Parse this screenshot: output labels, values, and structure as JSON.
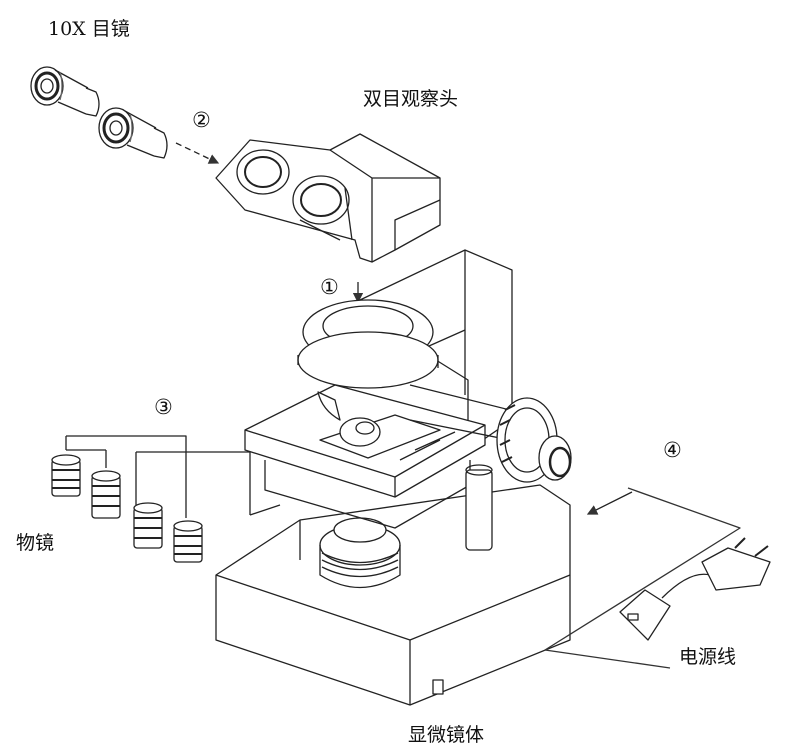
{
  "labels": {
    "eyepiece": "10X 目镜",
    "binocular_head": "双目观察头",
    "objectives": "物镜",
    "power_cord": "电源线",
    "microscope_body": "显微镜体"
  },
  "steps": {
    "step1": "①",
    "step2": "②",
    "step3": "③",
    "step4": "④"
  }
}
